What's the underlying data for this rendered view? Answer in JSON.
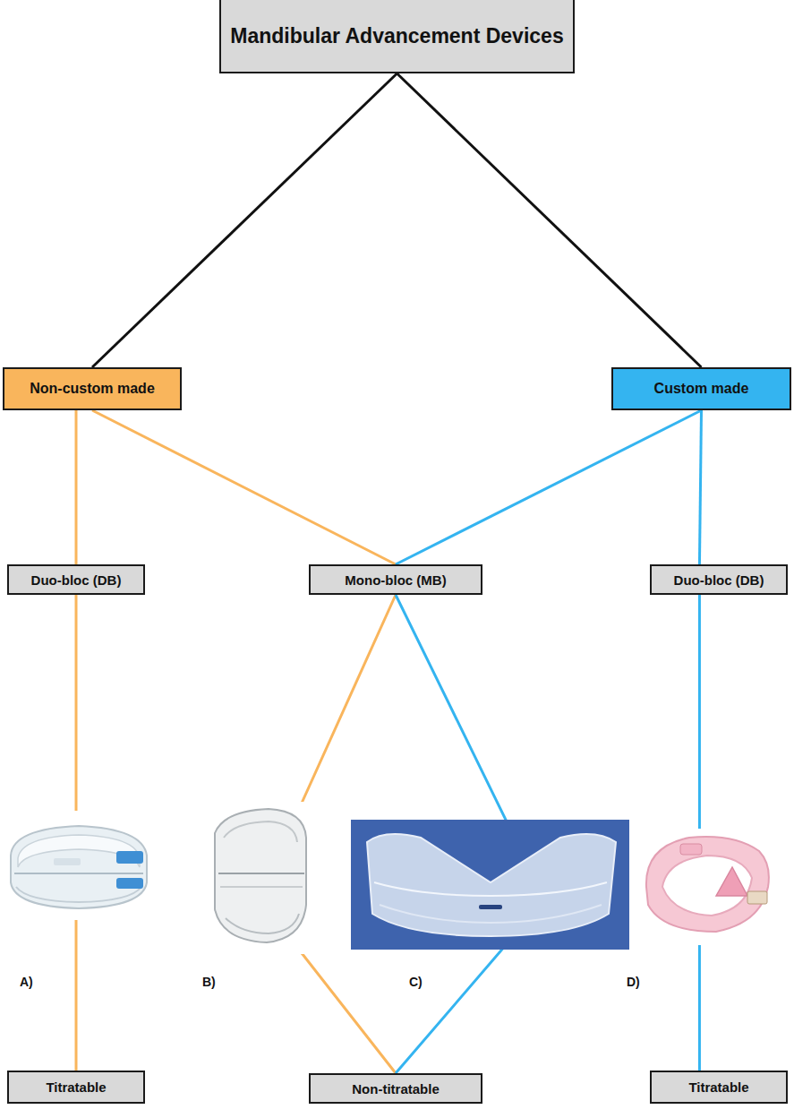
{
  "diagram": {
    "nodes": [
      {
        "text": [
          "Mandibular Advancement Devices"
        ]
      },
      {
        "text": [
          "Non-custom made"
        ]
      },
      {
        "text": [
          "Custom made"
        ]
      },
      {
        "text": [
          "Duo-bloc (DB)"
        ]
      },
      {
        "text": [
          "Mono-bloc (MB)"
        ]
      },
      {
        "text": [
          "Duo-bloc (DB)"
        ]
      },
      {
        "text": [
          "Titratable"
        ]
      },
      {
        "text": [
          "Non-titratable"
        ]
      },
      {
        "text": [
          "Titratable"
        ]
      }
    ],
    "edges": [
      {
        "from": 0,
        "to": 1,
        "arrow": "none"
      },
      {
        "from": 0,
        "to": 2,
        "arrow": "none"
      },
      {
        "from": 1,
        "to": 3,
        "arrow": "none"
      },
      {
        "from": 1,
        "to": 4,
        "arrow": "none"
      },
      {
        "from": 2,
        "to": 4,
        "arrow": "none"
      },
      {
        "from": 2,
        "to": 5,
        "arrow": "none"
      },
      {
        "from": 3,
        "to": 6,
        "arrow": "none"
      },
      {
        "from": 4,
        "to": 7,
        "arrow": "none"
      },
      {
        "from": 4,
        "to": 7,
        "arrow": "none"
      },
      {
        "from": 5,
        "to": 8,
        "arrow": "none"
      }
    ],
    "labels": [
      "A)",
      "B)",
      "C)",
      "D)"
    ]
  }
}
